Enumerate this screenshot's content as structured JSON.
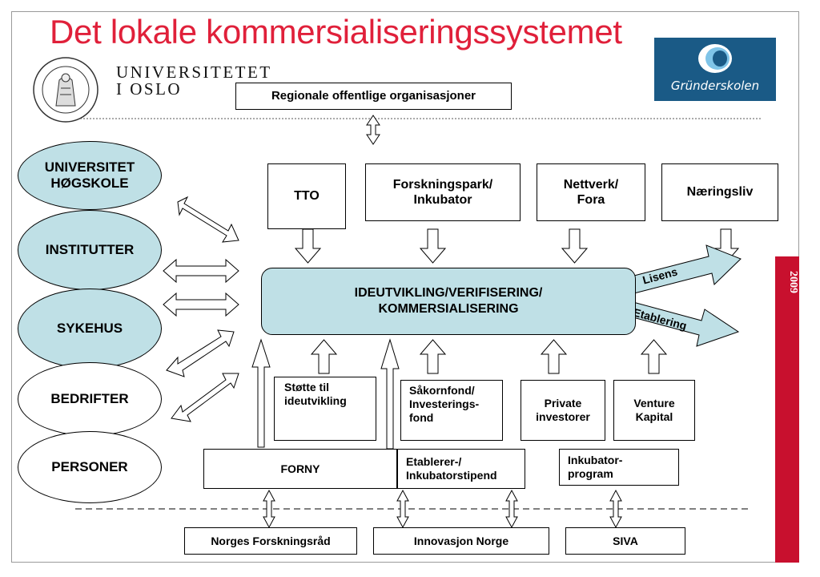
{
  "title": "Det lokale kommersialiseringssystemet",
  "logos": {
    "uio_line1": "UNIVERSITETET",
    "uio_line2": "I OSLO",
    "gs_text": "Gründerskolen"
  },
  "year": "2009",
  "top_box": "Regionale offentlige organisasjoner",
  "ellipses": [
    {
      "label": "UNIVERSITET\nHØGSKOLE"
    },
    {
      "label": "INSTITUTTER"
    },
    {
      "label": "SYKEHUS"
    },
    {
      "label": "BEDRIFTER"
    },
    {
      "label": "PERSONER"
    }
  ],
  "top_row": [
    {
      "label": "TTO"
    },
    {
      "label": "Forskningspark/\nInkubator"
    },
    {
      "label": "Nettverk/\nFora"
    },
    {
      "label": "Næringsliv"
    }
  ],
  "center": "IDEUTVIKLING/VERIFISERING/\nKOMMERSIALISERING",
  "outputs": {
    "lisens": "Lisens",
    "etablering": "Etablering"
  },
  "funding": [
    {
      "label": "Støtte til\nideutvikling"
    },
    {
      "label": "Såkornfond/\nInvesterings-\nfond"
    },
    {
      "label": "Private\ninvestorer"
    },
    {
      "label": "Venture\nKapital"
    }
  ],
  "programs": {
    "forny": "FORNY",
    "etablerer": "Etablerer-/\nInkubatorstipend",
    "inkubator": "Inkubator-\nprogram"
  },
  "agencies": [
    {
      "label": "Norges Forskningsråd"
    },
    {
      "label": "Innovasjon Norge"
    },
    {
      "label": "SIVA"
    }
  ],
  "colors": {
    "title": "#e0203a",
    "fill": "#bfe0e6",
    "logo_bg": "#1a5a86",
    "bar": "#c8102e"
  }
}
